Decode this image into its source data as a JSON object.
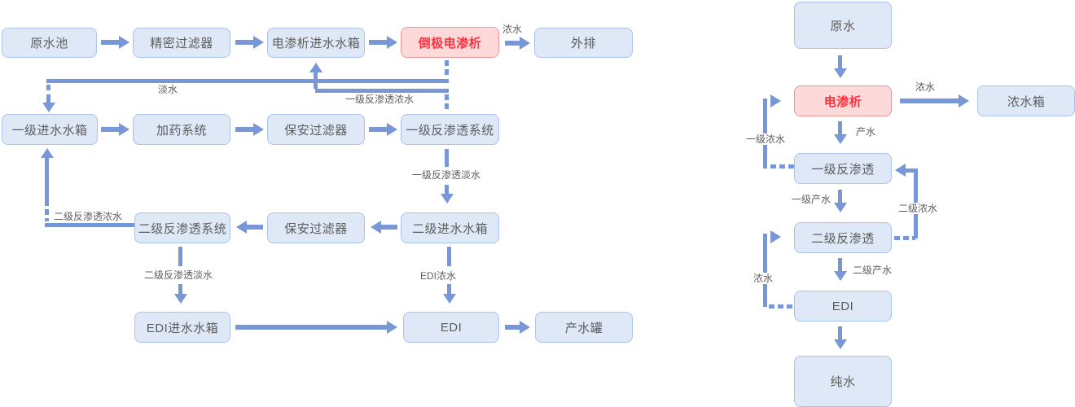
{
  "colors": {
    "node_fill": "#dfe8f6",
    "node_border": "#a9c3ea",
    "node_text": "#5d5d5d",
    "highlight_fill": "#fdd9d9",
    "highlight_border": "#f09696",
    "highlight_text": "#f9333f",
    "connector": "#7897d6",
    "label_text": "#5d5d5d",
    "background": "#ffffff"
  },
  "diagram_left": {
    "nodes": {
      "raw_water_pool": "原水池",
      "precision_filter": "精密过滤器",
      "ed_feed_tank": "电渗析进水水箱",
      "reverse_polarity_ed": "倒极电渗析",
      "discharge": "外排",
      "stage1_feed_tank": "一级进水水箱",
      "dosing_system": "加药系统",
      "security_filter_1": "保安过滤器",
      "stage1_ro_system": "一级反渗透系统",
      "stage2_ro_system": "二级反渗透系统",
      "security_filter_2": "保安过滤器",
      "stage2_feed_tank": "二级进水水箱",
      "edi_feed_tank": "EDI进水水箱",
      "edi": "EDI",
      "product_tank": "产水罐"
    },
    "edge_labels": {
      "conc_water": "浓水",
      "fresh_water": "淡水",
      "s1_ro_conc": "一级反渗透浓水",
      "s1_ro_fresh": "一级反渗透淡水",
      "s2_ro_conc": "二级反渗透浓水",
      "s2_ro_fresh": "二级反渗透淡水",
      "edi_conc": "EDI浓水"
    }
  },
  "diagram_right": {
    "nodes": {
      "raw_water": "原水",
      "ed": "电渗析",
      "conc_tank": "浓水箱",
      "stage1_ro": "一级反渗透",
      "stage2_ro": "二级反渗透",
      "edi": "EDI",
      "pure_water": "纯水"
    },
    "edge_labels": {
      "conc_water": "浓水",
      "product_water": "产水",
      "s1_conc": "一级浓水",
      "s1_product": "一级产水",
      "s2_conc": "二级浓水",
      "s2_product": "二级产水",
      "edi_conc": "浓水"
    }
  }
}
